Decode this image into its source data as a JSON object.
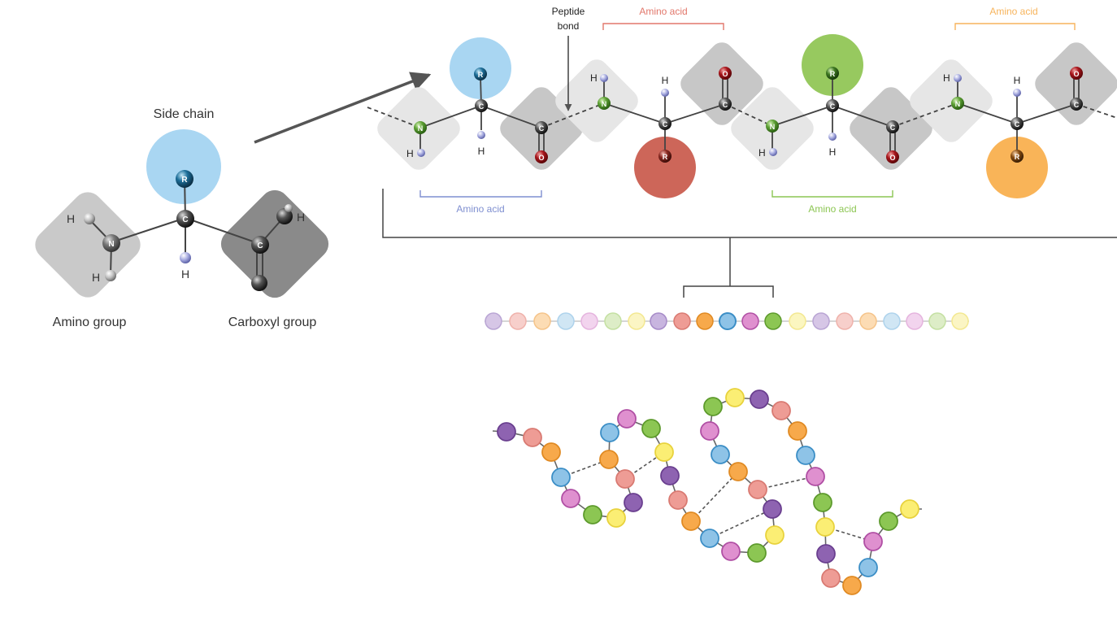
{
  "labels": {
    "side_chain": "Side chain",
    "amino_group": "Amino group",
    "carboxyl_group": "Carboxyl group",
    "peptide_bond_line1": "Peptide",
    "peptide_bond_line2": "bond",
    "amino_acid_red": "Amino acid",
    "amino_acid_orange": "Amino acid",
    "amino_acid_blue": "Amino acid",
    "amino_acid_green": "Amino acid"
  },
  "atoms": {
    "R": "R",
    "C": "C",
    "N": "N",
    "H": "H",
    "O": "O"
  },
  "colors": {
    "blue": "#9fd0ef",
    "red": "#c9574b",
    "green": "#8cc653",
    "orange": "#f7a94b",
    "purple": "#8e63b1",
    "pink": "#ee9c95",
    "lightblue": "#8ec3e7",
    "magenta": "#df90cf",
    "yellow": "#fbee74",
    "label_blue": "#7f8fd0",
    "label_red": "#e2776b",
    "label_green": "#8cc653",
    "label_orange": "#f7b45c"
  }
}
